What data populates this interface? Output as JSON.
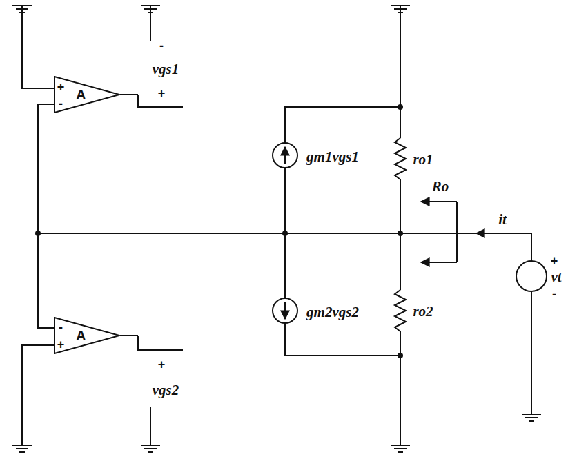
{
  "diagram": {
    "nodes": [
      {
        "text": [
          "A"
        ]
      },
      {
        "text": [
          "A"
        ]
      }
    ],
    "labels": [
      "+",
      "-",
      "-",
      "vgs1",
      "+",
      "-",
      "+",
      "+",
      "vgs2",
      "gm1vgs1",
      "ro1",
      "Ro",
      "it",
      "gm2vgs2",
      "ro2",
      "+",
      "vt",
      "-"
    ]
  }
}
